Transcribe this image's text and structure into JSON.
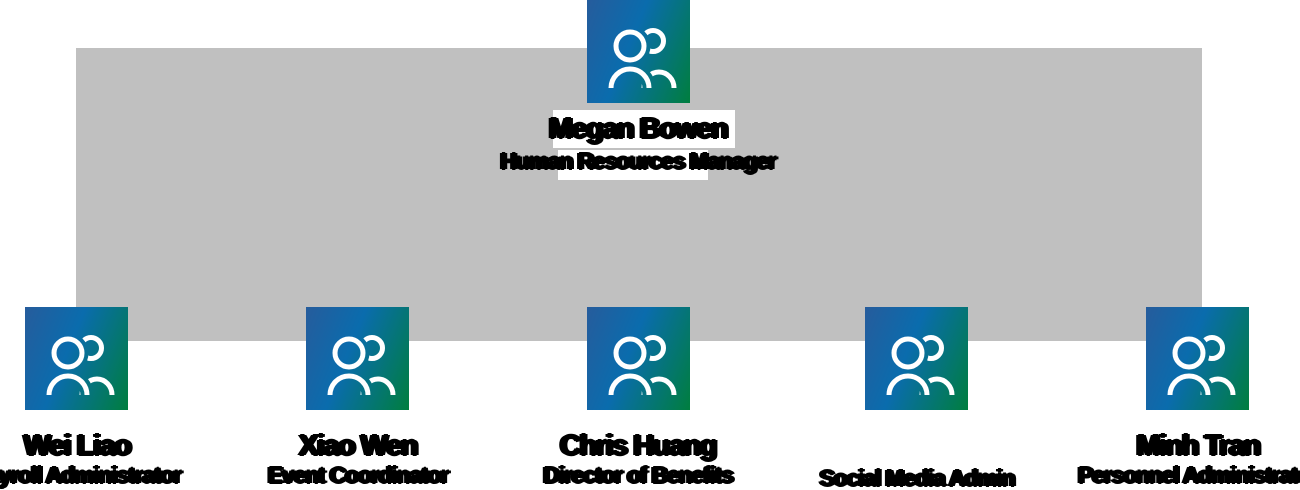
{
  "chart_title": "",
  "org": {
    "root": {
      "name": "Megan Bowen",
      "title": "Human Resources Manager"
    },
    "employees": [
      {
        "name": "Wei Liao",
        "title": "Payroll Administrator"
      },
      {
        "name": "Xiao Wen",
        "title": "Event Coordinator"
      },
      {
        "name": "Chris Huang",
        "title": "Director of Benefits"
      },
      {
        "name": "",
        "title": "Social Media Admin"
      },
      {
        "name": "Minh Tran",
        "title": "Personnel Administrator"
      }
    ]
  },
  "icons": {
    "avatar": "people-icon"
  },
  "colors": {
    "connector_block": "#c0c0c0",
    "tile_gradient_start": "#265c9c",
    "tile_gradient_mid": "#0a6cad",
    "tile_gradient_end": "#007e3e",
    "text": "#000000",
    "label_box": "#ffffff",
    "background": "#ffffff"
  }
}
